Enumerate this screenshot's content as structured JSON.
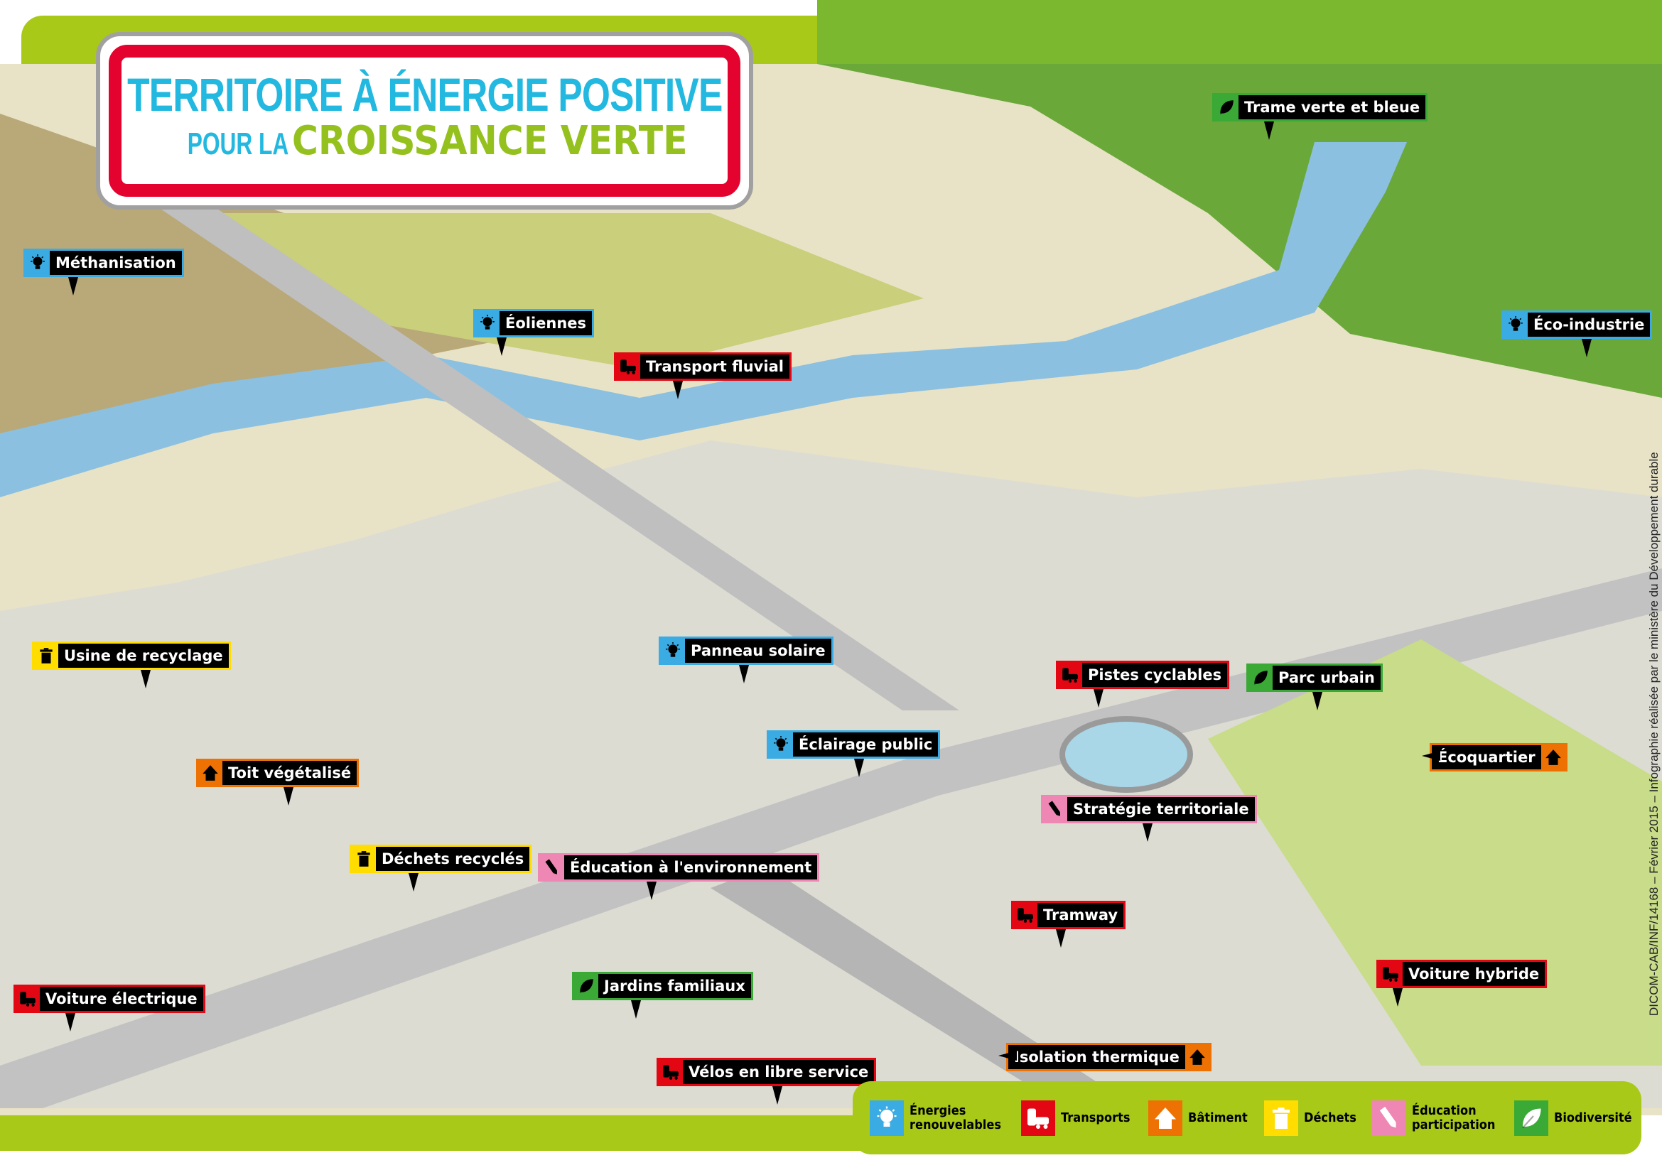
{
  "title": {
    "line1": "TERRITOIRE À ÉNERGIE POSITIVE",
    "line2_prefix": "POUR LA",
    "line2_main": "CROISSANCE VERTE"
  },
  "colors": {
    "energy": "#3aace3",
    "transport": "#e30613",
    "building": "#ee7203",
    "waste": "#ffdd00",
    "education": "#ee87b4",
    "biodiversity": "#3aa935",
    "frame_green": "#a8c918"
  },
  "labels": [
    {
      "text": "Méthanisation",
      "category": "energy",
      "icon": "lightbulb-icon",
      "icon_side": "left"
    },
    {
      "text": "Éoliennes",
      "category": "energy",
      "icon": "lightbulb-icon",
      "icon_side": "left"
    },
    {
      "text": "Transport fluvial",
      "category": "transport",
      "icon": "bus-car-icon",
      "icon_side": "left"
    },
    {
      "text": "Trame verte et bleue",
      "category": "biodiversity",
      "icon": "leaf-icon",
      "icon_side": "left"
    },
    {
      "text": "Éco-industrie",
      "category": "energy",
      "icon": "lightbulb-icon",
      "icon_side": "left"
    },
    {
      "text": "Usine de recyclage",
      "category": "waste",
      "icon": "trash-icon",
      "icon_side": "left"
    },
    {
      "text": "Panneau solaire",
      "category": "energy",
      "icon": "lightbulb-icon",
      "icon_side": "left"
    },
    {
      "text": "Pistes cyclables",
      "category": "transport",
      "icon": "bus-car-icon",
      "icon_side": "left"
    },
    {
      "text": "Parc urbain",
      "category": "biodiversity",
      "icon": "leaf-icon",
      "icon_side": "left"
    },
    {
      "text": "Toit végétalisé",
      "category": "building",
      "icon": "house-icon",
      "icon_side": "left"
    },
    {
      "text": "Éclairage public",
      "category": "energy",
      "icon": "lightbulb-icon",
      "icon_side": "left"
    },
    {
      "text": "Écoquartier",
      "category": "building",
      "icon": "house-icon",
      "icon_side": "right"
    },
    {
      "text": "Stratégie territoriale",
      "category": "education",
      "icon": "pencil-icon",
      "icon_side": "left"
    },
    {
      "text": "Déchets recyclés",
      "category": "waste",
      "icon": "trash-icon",
      "icon_side": "left"
    },
    {
      "text": "Éducation à l'environnement",
      "category": "education",
      "icon": "pencil-icon",
      "icon_side": "left"
    },
    {
      "text": "Tramway",
      "category": "transport",
      "icon": "bus-car-icon",
      "icon_side": "left"
    },
    {
      "text": "Jardins familiaux",
      "category": "biodiversity",
      "icon": "leaf-icon",
      "icon_side": "left"
    },
    {
      "text": "Voiture électrique",
      "category": "transport",
      "icon": "bus-car-icon",
      "icon_side": "left"
    },
    {
      "text": "Voiture hybride",
      "category": "transport",
      "icon": "bus-car-icon",
      "icon_side": "left"
    },
    {
      "text": "Vélos en libre service",
      "category": "transport",
      "icon": "bus-car-icon",
      "icon_side": "left"
    },
    {
      "text": "Isolation thermique",
      "category": "building",
      "icon": "house-icon",
      "icon_side": "right"
    }
  ],
  "legend": [
    {
      "label": "Énergies\nrenouvelables",
      "category": "energy",
      "icon": "lightbulb-icon"
    },
    {
      "label": "Transports",
      "category": "transport",
      "icon": "bus-car-icon"
    },
    {
      "label": "Bâtiment",
      "category": "building",
      "icon": "house-icon"
    },
    {
      "label": "Déchets",
      "category": "waste",
      "icon": "trash-icon"
    },
    {
      "label": "Éducation\nparticipation",
      "category": "education",
      "icon": "pencil-icon"
    },
    {
      "label": "Biodiversité",
      "category": "biodiversity",
      "icon": "leaf-icon"
    }
  ],
  "credit": "DICOM-CAB/INF/14168 – Février 2015 – Infographie réalisée par le ministère du Développement durable"
}
